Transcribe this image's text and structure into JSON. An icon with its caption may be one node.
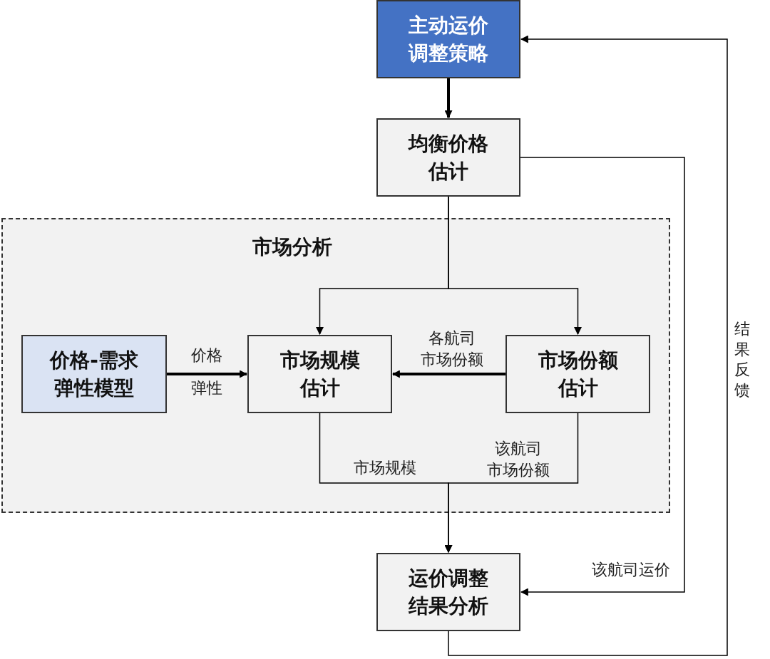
{
  "diagram": {
    "nodes": [
      {
        "text": [
          "主动运价调整策略"
        ]
      },
      {
        "text": [
          "均衡价格估计"
        ]
      },
      {
        "text": [
          "市场分析"
        ]
      },
      {
        "text": [
          "价格-需求弹性模型"
        ],
        "in": 2
      },
      {
        "text": [
          "市场规模估计"
        ],
        "in": 2
      },
      {
        "text": [
          "市场份额估计"
        ],
        "in": 2
      },
      {
        "text": [
          "运价调整结果分析"
        ]
      }
    ],
    "edges": [
      {
        "from": 0,
        "to": 1,
        "arrow": "to",
        "style": "thick"
      },
      {
        "from": 1,
        "to": 4,
        "arrow": "to"
      },
      {
        "from": 1,
        "to": 5,
        "arrow": "to"
      },
      {
        "from": 3,
        "to": 4,
        "arrow": "to",
        "label": "价格弹性",
        "style": "thick"
      },
      {
        "from": 5,
        "to": 4,
        "arrow": "to",
        "label": "各航司市场份额",
        "style": "thick"
      },
      {
        "from": 4,
        "to": 6,
        "arrow": "to",
        "label": "市场规模"
      },
      {
        "from": 5,
        "to": 6,
        "arrow": "to",
        "label": "该航司市场份额"
      },
      {
        "from": 1,
        "to": 6,
        "arrow": "to",
        "label": "该航司运价"
      },
      {
        "from": 6,
        "to": 0,
        "arrow": "to",
        "label": "结果反馈"
      }
    ]
  }
}
